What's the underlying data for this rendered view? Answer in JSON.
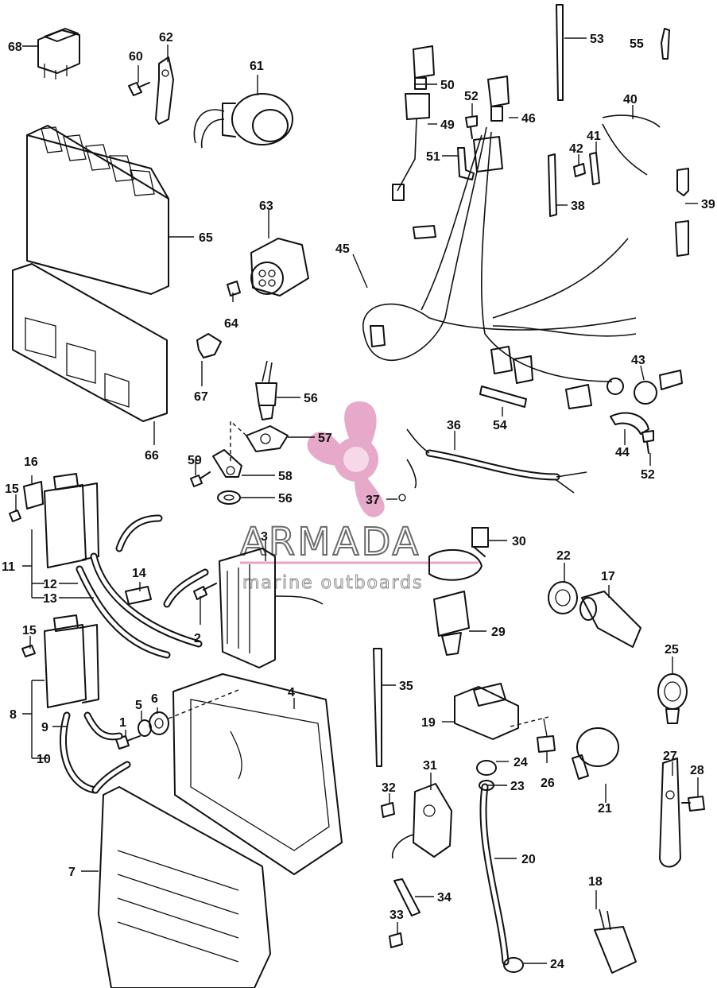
{
  "watermark": {
    "title": "ARMADA",
    "subtitle": "marine outboards",
    "logo_color": "#e6a5c8",
    "text_color": "#6b6b6b"
  },
  "callouts": [
    {
      "id": "c68",
      "text": "68"
    },
    {
      "id": "c60",
      "text": "60"
    },
    {
      "id": "c62",
      "text": "62"
    },
    {
      "id": "c61",
      "text": "61"
    },
    {
      "id": "c65",
      "text": "65"
    },
    {
      "id": "c63",
      "text": "63"
    },
    {
      "id": "c64",
      "text": "64"
    },
    {
      "id": "c66",
      "text": "66"
    },
    {
      "id": "c67",
      "text": "67"
    },
    {
      "id": "c56a",
      "text": "56"
    },
    {
      "id": "c57",
      "text": "57"
    },
    {
      "id": "c59",
      "text": "59"
    },
    {
      "id": "c58",
      "text": "58"
    },
    {
      "id": "c56b",
      "text": "56"
    },
    {
      "id": "c53",
      "text": "53"
    },
    {
      "id": "c55",
      "text": "55"
    },
    {
      "id": "c50",
      "text": "50"
    },
    {
      "id": "c49",
      "text": "49"
    },
    {
      "id": "c52a",
      "text": "52"
    },
    {
      "id": "c46",
      "text": "46"
    },
    {
      "id": "c40",
      "text": "40"
    },
    {
      "id": "c51",
      "text": "51"
    },
    {
      "id": "c42",
      "text": "42"
    },
    {
      "id": "c41",
      "text": "41"
    },
    {
      "id": "c38",
      "text": "38"
    },
    {
      "id": "c39",
      "text": "39"
    },
    {
      "id": "c45",
      "text": "45"
    },
    {
      "id": "c43",
      "text": "43"
    },
    {
      "id": "c54",
      "text": "54"
    },
    {
      "id": "c36",
      "text": "36"
    },
    {
      "id": "c44",
      "text": "44"
    },
    {
      "id": "c52b",
      "text": "52"
    },
    {
      "id": "c37",
      "text": "37"
    },
    {
      "id": "c16",
      "text": "16"
    },
    {
      "id": "c15a",
      "text": "15"
    },
    {
      "id": "c11",
      "text": "11"
    },
    {
      "id": "c12",
      "text": "12"
    },
    {
      "id": "c13",
      "text": "13"
    },
    {
      "id": "c14",
      "text": "14"
    },
    {
      "id": "c3",
      "text": "3"
    },
    {
      "id": "c30",
      "text": "30"
    },
    {
      "id": "c22",
      "text": "22"
    },
    {
      "id": "c17",
      "text": "17"
    },
    {
      "id": "c2",
      "text": "2"
    },
    {
      "id": "c29",
      "text": "29"
    },
    {
      "id": "c15b",
      "text": "15"
    },
    {
      "id": "c25",
      "text": "25"
    },
    {
      "id": "c35",
      "text": "35"
    },
    {
      "id": "c4",
      "text": "4"
    },
    {
      "id": "c8",
      "text": "8"
    },
    {
      "id": "c5",
      "text": "5"
    },
    {
      "id": "c6",
      "text": "6"
    },
    {
      "id": "c1",
      "text": "1"
    },
    {
      "id": "c9",
      "text": "9"
    },
    {
      "id": "c19",
      "text": "19"
    },
    {
      "id": "c10",
      "text": "10"
    },
    {
      "id": "c24a",
      "text": "24"
    },
    {
      "id": "c26",
      "text": "26"
    },
    {
      "id": "c27",
      "text": "27"
    },
    {
      "id": "c28",
      "text": "28"
    },
    {
      "id": "c31",
      "text": "31"
    },
    {
      "id": "c23",
      "text": "23"
    },
    {
      "id": "c21",
      "text": "21"
    },
    {
      "id": "c32",
      "text": "32"
    },
    {
      "id": "c7",
      "text": "7"
    },
    {
      "id": "c20",
      "text": "20"
    },
    {
      "id": "c18",
      "text": "18"
    },
    {
      "id": "c34",
      "text": "34"
    },
    {
      "id": "c33",
      "text": "33"
    },
    {
      "id": "c24b",
      "text": "24"
    }
  ]
}
